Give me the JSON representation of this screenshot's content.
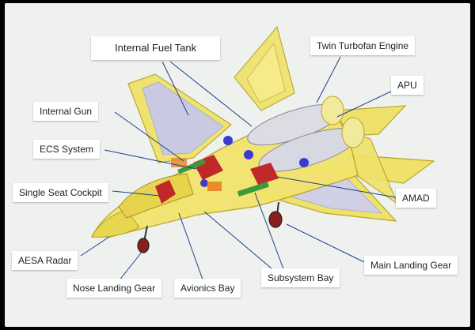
{
  "labels": {
    "internal_fuel_tank": "Internal Fuel Tank",
    "twin_turbofan_engine": "Twin Turbofan Engine",
    "apu": "APU",
    "internal_gun": "Internal Gun",
    "ecs_system": "ECS System",
    "single_seat_cockpit": "Single Seat Cockpit",
    "amad": "AMAD",
    "aesa_radar": "AESA Radar",
    "main_landing_gear": "Main Landing Gear",
    "subsystem_bay": "Subsystem Bay",
    "nose_landing_gear": "Nose Landing Gear",
    "avionics_bay": "Avionics Bay"
  },
  "colors": {
    "background": "#eef1ee",
    "airframe": "#f1e36a",
    "airframe_edge": "#b9a52a",
    "engine": "#dcdce4",
    "component_red": "#c0292a",
    "component_blue": "#3b3bd0",
    "component_green": "#3c9a3c",
    "component_orange": "#e88a2a",
    "leader_line": "#1c3f8f"
  }
}
